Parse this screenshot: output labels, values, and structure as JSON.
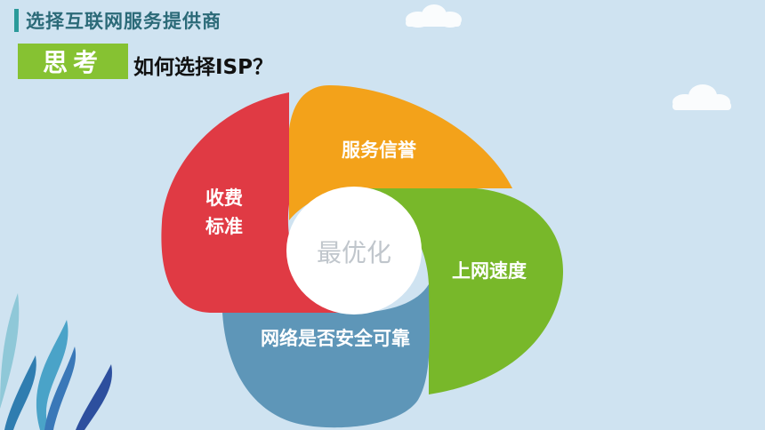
{
  "header": {
    "title": "选择互联网服务提供商"
  },
  "badge": {
    "label": "思考"
  },
  "question": "如何选择ISP？",
  "diagram": {
    "center": "最优化",
    "petals": [
      {
        "label": "服务信誉",
        "color": "#f3a21a"
      },
      {
        "label": "上网速度",
        "color": "#78b82a"
      },
      {
        "label": "网络是否安全可靠",
        "color": "#5e96b8"
      },
      {
        "label_line1": "收费",
        "label_line2": "标准",
        "color": "#e03a44"
      }
    ]
  },
  "colors": {
    "background": "#cfe3f1",
    "accent": "#2a9a9a",
    "badge": "#86c232"
  }
}
